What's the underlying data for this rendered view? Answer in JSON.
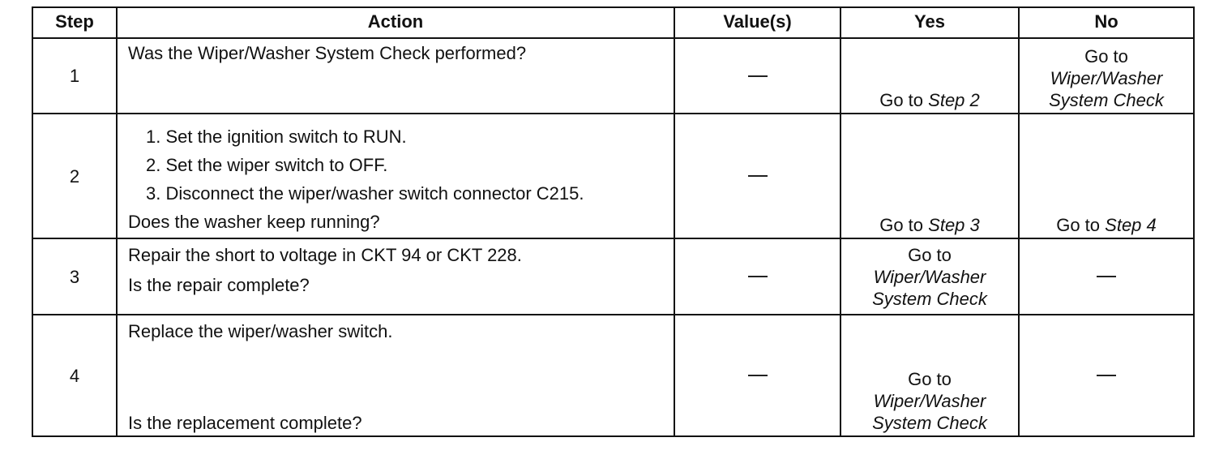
{
  "headers": {
    "step": "Step",
    "action": "Action",
    "values": "Value(s)",
    "yes": "Yes",
    "no": "No"
  },
  "rows": [
    {
      "step": "1",
      "action": "Was the Wiper/Washer System Check performed?",
      "value": "—",
      "yes_prefix": "Go to",
      "yes_ref": "Step 2",
      "no_prefix": "Go to",
      "no_ref_1": "Wiper/Washer",
      "no_ref_2": "System Check"
    },
    {
      "step": "2",
      "steps": [
        "1.  Set the ignition switch to RUN.",
        "2.  Set the wiper switch to OFF.",
        "3.  Disconnect the wiper/washer switch connector C215."
      ],
      "question": "Does the washer keep running?",
      "value": "—",
      "yes_prefix": "Go to",
      "yes_ref": "Step 3",
      "no_prefix": "Go to",
      "no_ref": "Step 4"
    },
    {
      "step": "3",
      "action": "Repair the short to voltage in CKT 94 or CKT 228.",
      "question": "Is the repair complete?",
      "value": "—",
      "yes_prefix": "Go to",
      "yes_ref_1": "Wiper/Washer",
      "yes_ref_2": "System Check",
      "no": "—"
    },
    {
      "step": "4",
      "action": "Replace the wiper/washer switch.",
      "question": "Is the replacement complete?",
      "value": "—",
      "yes_prefix": "Go to",
      "yes_ref_1": "Wiper/Washer",
      "yes_ref_2": "System Check",
      "no": "—"
    }
  ]
}
